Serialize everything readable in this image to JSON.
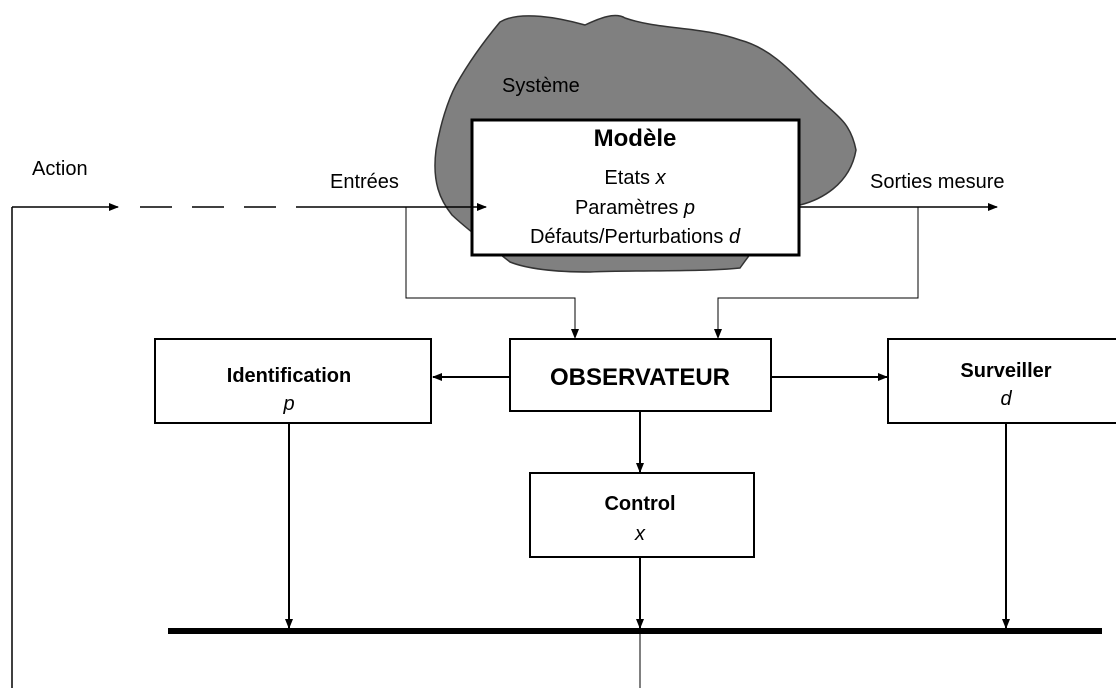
{
  "system": {
    "label": "Système",
    "fill": "#808080"
  },
  "model": {
    "title": "Modèle",
    "lines": [
      {
        "text": "Etats ",
        "var": "x"
      },
      {
        "text": "Paramètres ",
        "var": "p"
      },
      {
        "text": "Défauts/Perturbations ",
        "var": "d"
      }
    ]
  },
  "signals": {
    "action": "Action",
    "inputs": "Entrées",
    "outputs": "Sorties mesure"
  },
  "observer": {
    "title": "OBSERVATEUR"
  },
  "identification": {
    "title": "Identification",
    "var": "p"
  },
  "monitor": {
    "title": "Surveiller",
    "var": "d"
  },
  "control": {
    "title": "Control",
    "var": "x"
  }
}
